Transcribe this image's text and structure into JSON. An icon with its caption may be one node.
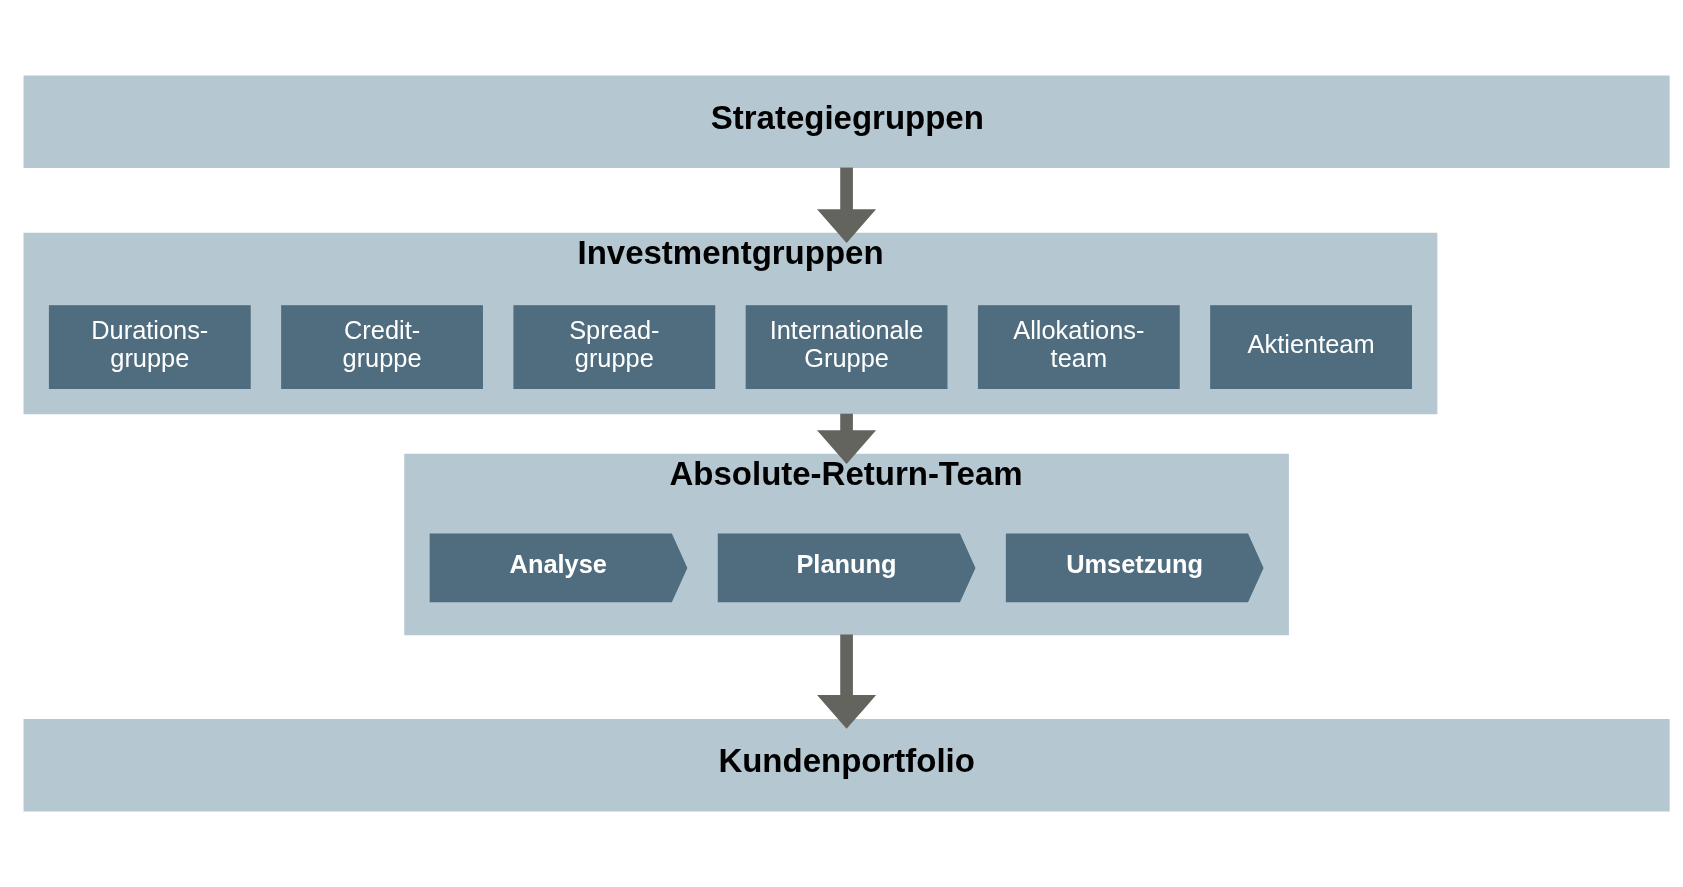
{
  "diagram": {
    "nodes": [
      {
        "text": [
          "Strategiegruppen"
        ]
      },
      {
        "text": [
          "Investmentgruppen"
        ]
      },
      {
        "text": [
          "Durations- gruppe"
        ],
        "in": 1
      },
      {
        "text": [
          "Credit- gruppe"
        ],
        "in": 1
      },
      {
        "text": [
          "Spread- gruppe"
        ],
        "in": 1
      },
      {
        "text": [
          "Internationale Gruppe"
        ],
        "in": 1
      },
      {
        "text": [
          "Allokations- team"
        ],
        "in": 1
      },
      {
        "text": [
          "Aktienteam"
        ],
        "in": 1
      },
      {
        "text": [
          "Absolute-Return-Team"
        ]
      },
      {
        "text": [
          "Analyse"
        ],
        "in": 8
      },
      {
        "text": [
          "Planung"
        ],
        "in": 8
      },
      {
        "text": [
          "Umsetzung"
        ],
        "in": 8
      },
      {
        "text": [
          "Kundenportfolio"
        ]
      }
    ],
    "edges": [
      {
        "from": 0,
        "to": 1,
        "arrow": "to"
      },
      {
        "from": 1,
        "to": 8,
        "arrow": "to"
      },
      {
        "from": 8,
        "to": 12,
        "arrow": "to"
      }
    ]
  }
}
